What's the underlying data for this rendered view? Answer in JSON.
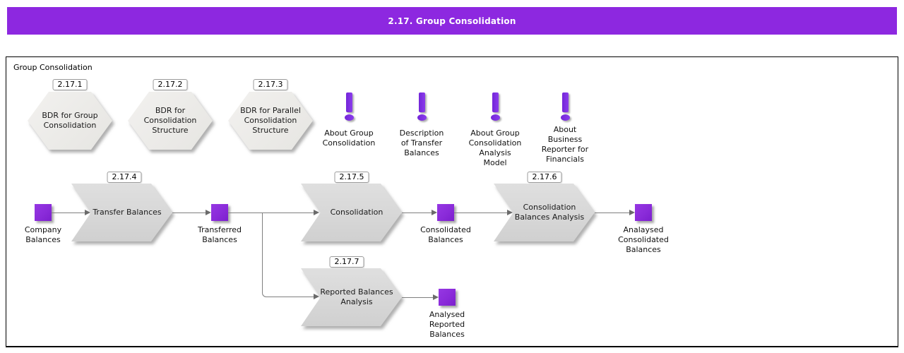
{
  "header": {
    "title": "2.17. Group Consolidation"
  },
  "diagram": {
    "caption": "Group Consolidation",
    "hexagons": [
      {
        "id": "2.17.1",
        "label": "BDR for Group\nConsolidation"
      },
      {
        "id": "2.17.2",
        "label": "BDR for\nConsolidation\nStructure"
      },
      {
        "id": "2.17.3",
        "label": "BDR for Parallel\nConsolidation\nStructure"
      }
    ],
    "info_items": [
      {
        "icon": "exclamation-icon",
        "label": "About Group\nConsolidation"
      },
      {
        "icon": "exclamation-icon",
        "label": "Description\nof Transfer\nBalances"
      },
      {
        "icon": "exclamation-icon",
        "label": "About Group\nConsolidation\nAnalysis\nModel"
      },
      {
        "icon": "exclamation-icon",
        "label": "About\nBusiness\nReporter for\nFinancials"
      }
    ],
    "processes": [
      {
        "id": "2.17.4",
        "label": "Transfer Balances"
      },
      {
        "id": "2.17.5",
        "label": "Consolidation"
      },
      {
        "id": "2.17.6",
        "label": "Consolidation\nBalances Analysis"
      },
      {
        "id": "2.17.7",
        "label": "Reported Balances\nAnalysis"
      }
    ],
    "artifacts": [
      {
        "label": "Company\nBalances"
      },
      {
        "label": "Transferred\nBalances"
      },
      {
        "label": "Consolidated\nBalances"
      },
      {
        "label": "Analaysed\nConsolidated\nBalances"
      },
      {
        "label": "Analysed\nReported\nBalances"
      }
    ]
  },
  "colors": {
    "header_bg": "#8d28e0",
    "accent_purple": "#8a2bd9",
    "shape_gray": "#d7d7d7",
    "hex_gray": "#eeedeb",
    "line_gray": "#7f7f7f"
  }
}
